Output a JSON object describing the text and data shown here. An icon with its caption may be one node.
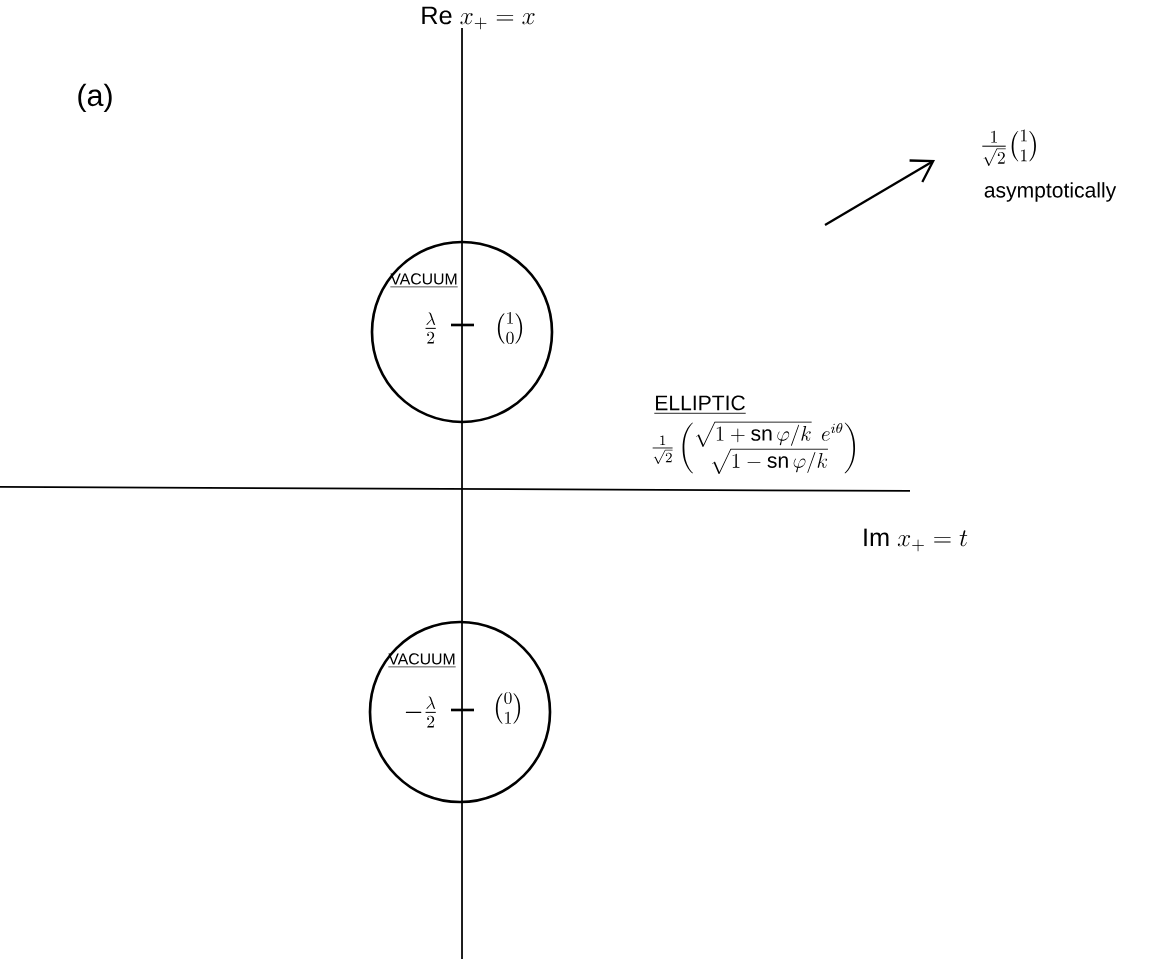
{
  "diagram": {
    "nodes": [
      {
        "text": [
          "VACUUM",
          "\\binom{1}{0}"
        ]
      },
      {
        "text": [
          "VACUUM",
          "\\binom{0}{1}"
        ]
      }
    ],
    "labels": [
      "\\mathrm{Re}\\; x_{+} = x",
      "(a)",
      "\\frac{1}{\\sqrt{2}}\\binom{1}{1}",
      "asymptotically",
      "\\frac{\\lambda}{2}",
      "ELLIPTIC",
      "\\frac{1}{\\sqrt{2}}\\begin{pmatrix}\\sqrt{1+\\mathrm{sn}\\,\\varphi/k}\\;\\, e^{i\\theta}\\\\ \\sqrt{1-\\mathrm{sn}\\,\\varphi/k}\\end{pmatrix}",
      "\\mathrm{Im}\\; x_{+} = t",
      "-\\frac{\\lambda}{2}"
    ]
  }
}
